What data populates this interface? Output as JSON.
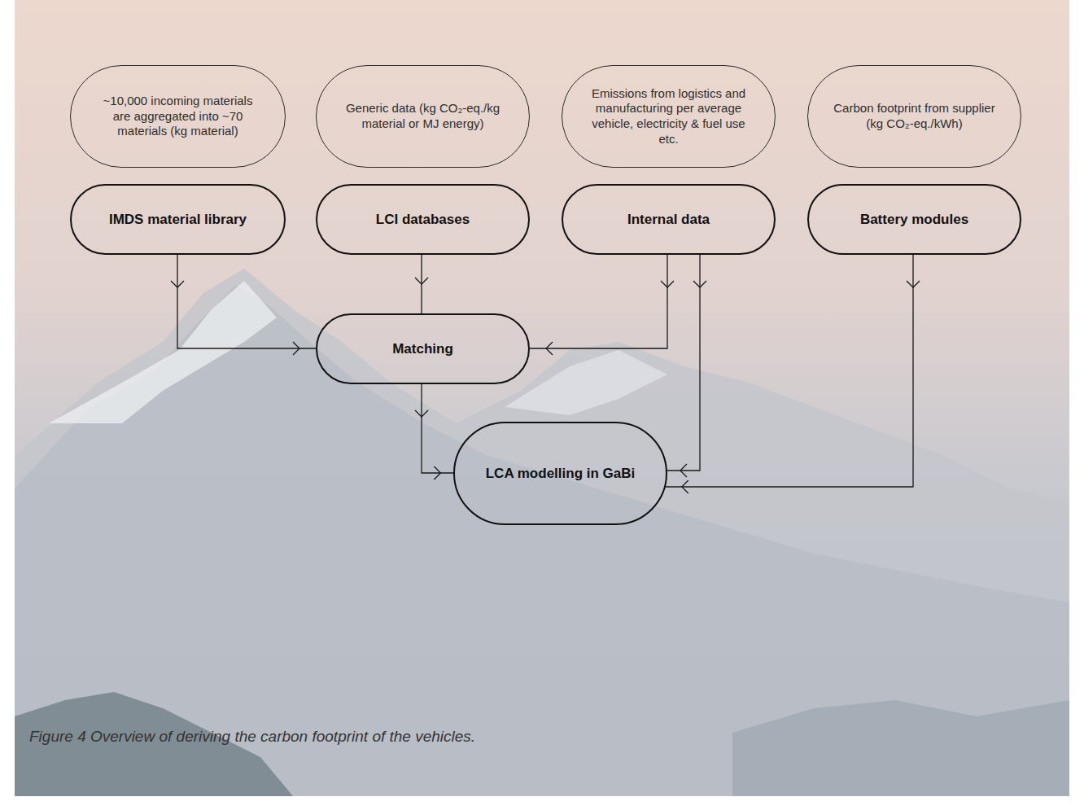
{
  "diagram": {
    "caption": "Figure 4  Overview of deriving the carbon footprint of the vehicles.",
    "nodes": [
      {
        "text": [
          "~10,000 incoming materials are aggregated into ~70 materials (kg material)"
        ]
      },
      {
        "text": [
          "Generic data (kg CO₂-eq./kg material or MJ energy)"
        ]
      },
      {
        "text": [
          "Emissions from logistics and manufacturing per average vehicle, electricity & fuel use etc."
        ]
      },
      {
        "text": [
          "Carbon footprint from supplier (kg CO₂-eq./kWh)"
        ]
      },
      {
        "text": [
          "IMDS material library"
        ]
      },
      {
        "text": [
          "LCI databases"
        ]
      },
      {
        "text": [
          "Internal data"
        ]
      },
      {
        "text": [
          "Battery modules"
        ]
      },
      {
        "text": [
          "Matching"
        ]
      },
      {
        "text": [
          "LCA modelling in GaBi"
        ]
      }
    ],
    "edges": [
      {
        "from": 4,
        "to": 8,
        "arrow": "to"
      },
      {
        "from": 5,
        "to": 8,
        "arrow": "to"
      },
      {
        "from": 6,
        "to": 8,
        "arrow": "to"
      },
      {
        "from": 6,
        "to": 9,
        "arrow": "to"
      },
      {
        "from": 8,
        "to": 9,
        "arrow": "to"
      },
      {
        "from": 7,
        "to": 9,
        "arrow": "to"
      }
    ]
  }
}
